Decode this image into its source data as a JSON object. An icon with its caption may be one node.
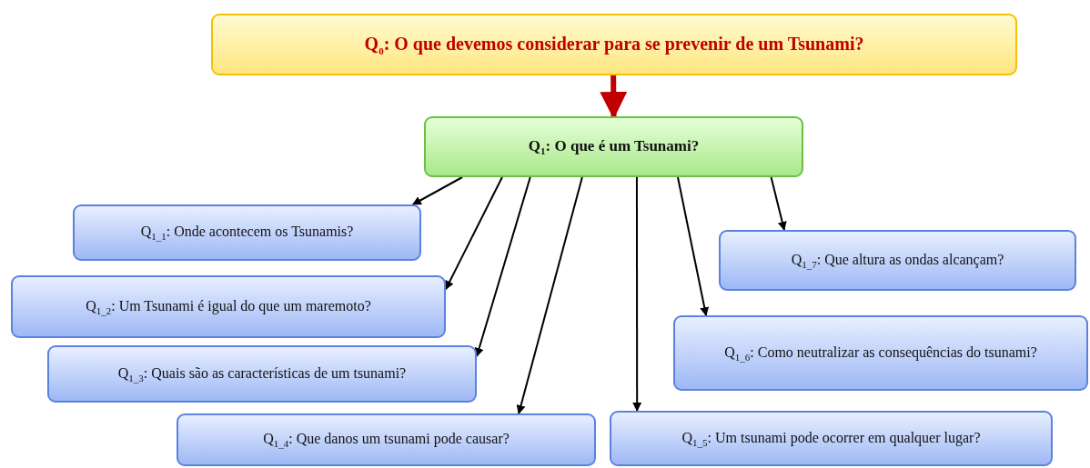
{
  "diagram": {
    "nodes": [
      {
        "text": [
          "Q$_{0}$: O que devemos considerar para se prevenir de um Tsunami?"
        ]
      },
      {
        "text": [
          "Q$_{1}$: O que é um Tsunami?"
        ]
      },
      {
        "text": [
          "Q$_{1_1}$: Onde acontecem os Tsunamis?"
        ]
      },
      {
        "text": [
          "Q$_{1_2}$: Um Tsunami é igual do que um maremoto?"
        ]
      },
      {
        "text": [
          "Q$_{1_3}$: Quais são as características de um tsunami?"
        ]
      },
      {
        "text": [
          "Q$_{1_4}$: Que danos um tsunami pode causar?"
        ]
      },
      {
        "text": [
          "Q$_{1_5}$: Um tsunami pode ocorrer em qualquer lugar?"
        ]
      },
      {
        "text": [
          "Q$_{1_6}$: Como neutralizar as consequências do tsunami?"
        ]
      },
      {
        "text": [
          "Q$_{1_7}$: Que altura as ondas alcançam?"
        ]
      }
    ],
    "edges": [
      {
        "from": 0,
        "to": 1,
        "arrow": "to",
        "style": "thick",
        "color": "#c00000"
      },
      {
        "from": 1,
        "to": 2,
        "arrow": "to"
      },
      {
        "from": 1,
        "to": 3,
        "arrow": "to"
      },
      {
        "from": 1,
        "to": 4,
        "arrow": "to"
      },
      {
        "from": 1,
        "to": 5,
        "arrow": "to"
      },
      {
        "from": 1,
        "to": 6,
        "arrow": "to"
      },
      {
        "from": 1,
        "to": 7,
        "arrow": "to"
      },
      {
        "from": 1,
        "to": 8,
        "arrow": "to"
      }
    ]
  }
}
